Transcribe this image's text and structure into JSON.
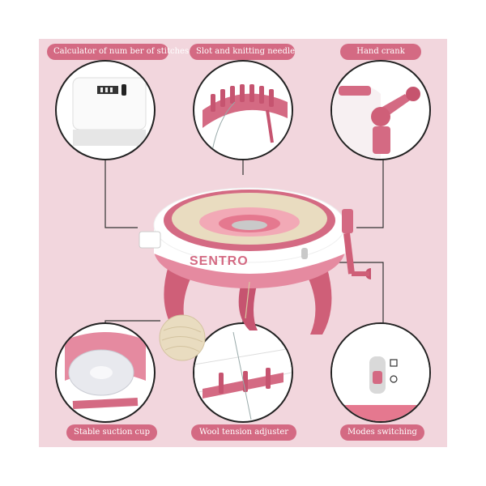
{
  "callouts": {
    "calculator": "Calculator of num ber of stitches",
    "slot_needle": "Slot and knitting needle",
    "hand_crank": "Hand crank",
    "suction_cup": "Stable suction cup",
    "wool_tension": "Wool tension adjuster",
    "modes_switching": "Modes switching"
  },
  "product": {
    "brand": "SENTRO"
  },
  "colors": {
    "background": "#f2d6dd",
    "accent_pink": "#d46a83",
    "machine_white": "#ffffff",
    "yarn": "#e9dcc0"
  },
  "icons": [
    "counter-icon",
    "knitting-needles-icon",
    "hand-crank-icon",
    "suction-cup-icon",
    "tension-adjuster-icon",
    "mode-switch-icon",
    "yarn-ball-icon"
  ]
}
